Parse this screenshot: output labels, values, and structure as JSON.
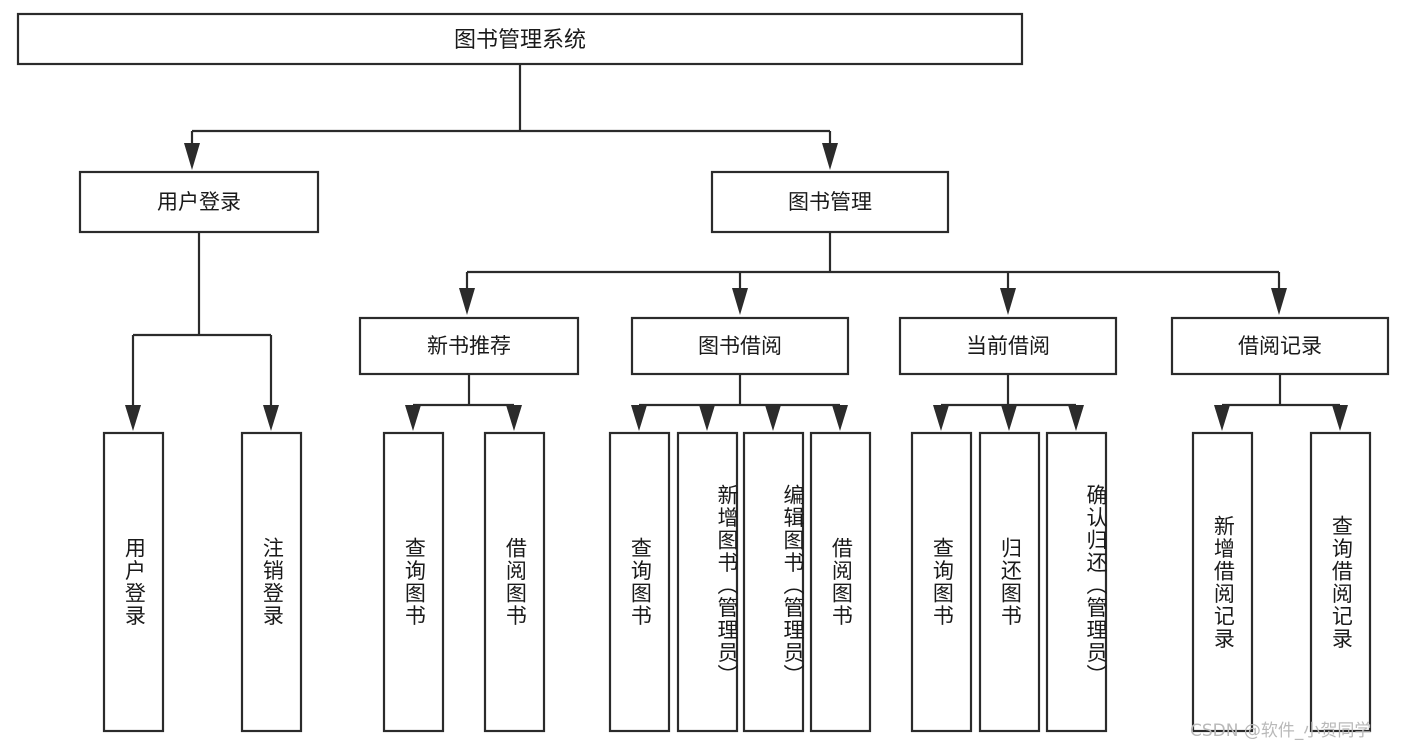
{
  "diagram": {
    "title": "图书管理系统",
    "type": "hierarchy-tree",
    "watermark": "CSDN @软件_小贺同学",
    "colors": {
      "stroke": "#2b2b2b",
      "fill": "#ffffff",
      "text": "#1a1a1a",
      "watermark": "#b9b9b9",
      "background": "#ffffff"
    },
    "root": {
      "label": "图书管理系统"
    },
    "level2": [
      {
        "label": "用户登录"
      },
      {
        "label": "图书管理"
      }
    ],
    "level3": [
      {
        "label": "新书推荐"
      },
      {
        "label": "图书借阅"
      },
      {
        "label": "当前借阅"
      },
      {
        "label": "借阅记录"
      }
    ],
    "leaves": {
      "user_login": [
        {
          "label": "用户登录"
        },
        {
          "label": "注销登录"
        }
      ],
      "new_book_recommend": [
        {
          "label": "查询图书"
        },
        {
          "label": "借阅图书"
        }
      ],
      "book_borrow": [
        {
          "label": "查询图书"
        },
        {
          "label": "新增图书（管理员）"
        },
        {
          "label": "编辑图书（管理员）"
        },
        {
          "label": "借阅图书"
        }
      ],
      "current_borrow": [
        {
          "label": "查询图书"
        },
        {
          "label": "归还图书"
        },
        {
          "label": "确认归还（管理员）"
        }
      ],
      "borrow_record": [
        {
          "label": "新增借阅记录"
        },
        {
          "label": "查询借阅记录"
        }
      ]
    }
  }
}
